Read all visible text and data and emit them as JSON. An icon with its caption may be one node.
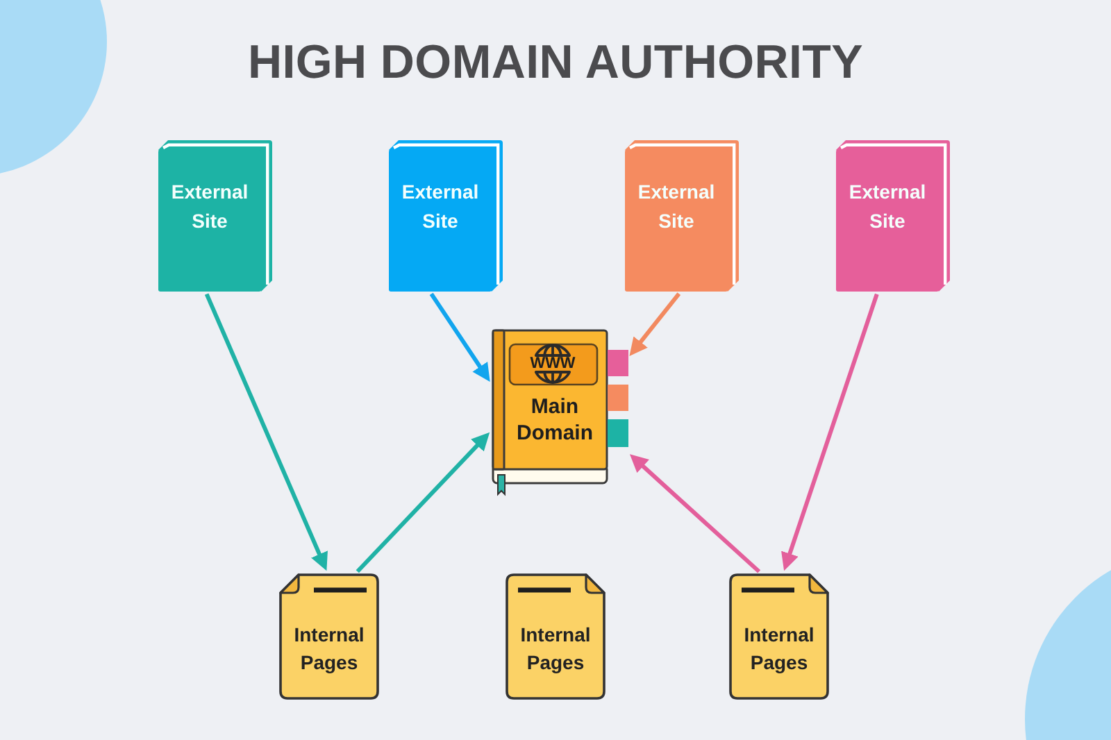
{
  "diagram": {
    "title": "HIGH DOMAIN AUTHORITY",
    "nodes": [
      {
        "text": [
          "External Site"
        ]
      },
      {
        "text": [
          "External Site"
        ]
      },
      {
        "text": [
          "External Site"
        ]
      },
      {
        "text": [
          "External Site"
        ]
      },
      {
        "text": [
          "WWW",
          "Main Domain"
        ]
      },
      {
        "text": [
          "Internal Pages"
        ]
      },
      {
        "text": [
          "Internal Pages"
        ]
      },
      {
        "text": [
          "Internal Pages"
        ]
      }
    ],
    "edges": [
      {
        "from": 0,
        "to": 5,
        "arrow": "to",
        "color": "#20b2a6"
      },
      {
        "from": 5,
        "to": 4,
        "arrow": "to",
        "color": "#20b2a6"
      },
      {
        "from": 1,
        "to": 4,
        "arrow": "to",
        "color": "#12a5ee"
      },
      {
        "from": 2,
        "to": 4,
        "arrow": "to",
        "color": "#f2895f"
      },
      {
        "from": 3,
        "to": 7,
        "arrow": "to",
        "color": "#e35f9b"
      },
      {
        "from": 7,
        "to": 4,
        "arrow": "to",
        "color": "#e35f9b"
      }
    ]
  }
}
